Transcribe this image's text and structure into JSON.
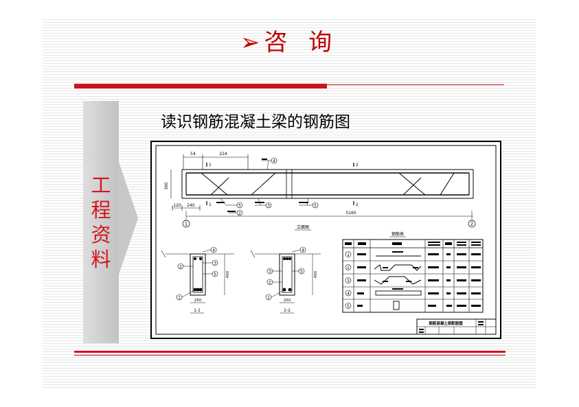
{
  "slide": {
    "title_arrow": "➢",
    "title": "咨 询",
    "side_label": "工程资料",
    "subtitle": "读识钢筋混凝土梁的钢筋图"
  },
  "drawing": {
    "dims": {
      "d54": "54",
      "d224": "224",
      "d360": "360",
      "d120": "120",
      "d240": "240",
      "d5160": "5160",
      "d250a": "250",
      "d250b": "250",
      "d400a": "400",
      "d400b": "400"
    },
    "callouts": [
      "1",
      "2",
      "3",
      "4",
      "5"
    ],
    "grid_axes": [
      "1",
      "2"
    ],
    "section_marks": [
      "1",
      "1",
      "2",
      "2"
    ],
    "view_labels": {
      "elevation": "立面图",
      "section_1": "1-1",
      "section_2": "2-2",
      "schedule_title": "钢筋表"
    },
    "schedule_rows": [
      "1",
      "2",
      "3",
      "4",
      "5"
    ],
    "title_block": "钢筋混凝土梁配筋图"
  },
  "colors": {
    "accent_red": "#c8141e",
    "title_red": "#c00000"
  }
}
